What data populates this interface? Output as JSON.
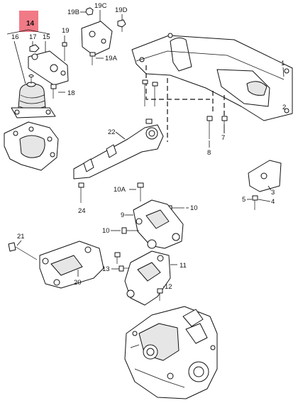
{
  "labels": {
    "l14": "14",
    "l16": "16",
    "l17": "17",
    "l15": "15",
    "l19": "19",
    "l19b": "19B",
    "l19c": "19C",
    "l19d": "19D",
    "l19a": "19A",
    "l18": "18",
    "l22": "22",
    "l24": "24",
    "l10a": "10A",
    "l10a_bolt": "10",
    "l9": "9",
    "l10b": "10",
    "l21": "21",
    "l20": "20",
    "l13": "13",
    "l11": "11",
    "l12": "12",
    "l8": "8",
    "l7": "7",
    "l5": "5",
    "l3": "3",
    "l4": "4",
    "l2": "2",
    "l1": "1"
  },
  "colors": {
    "highlight": "#f07a86",
    "ink": "#111111"
  }
}
